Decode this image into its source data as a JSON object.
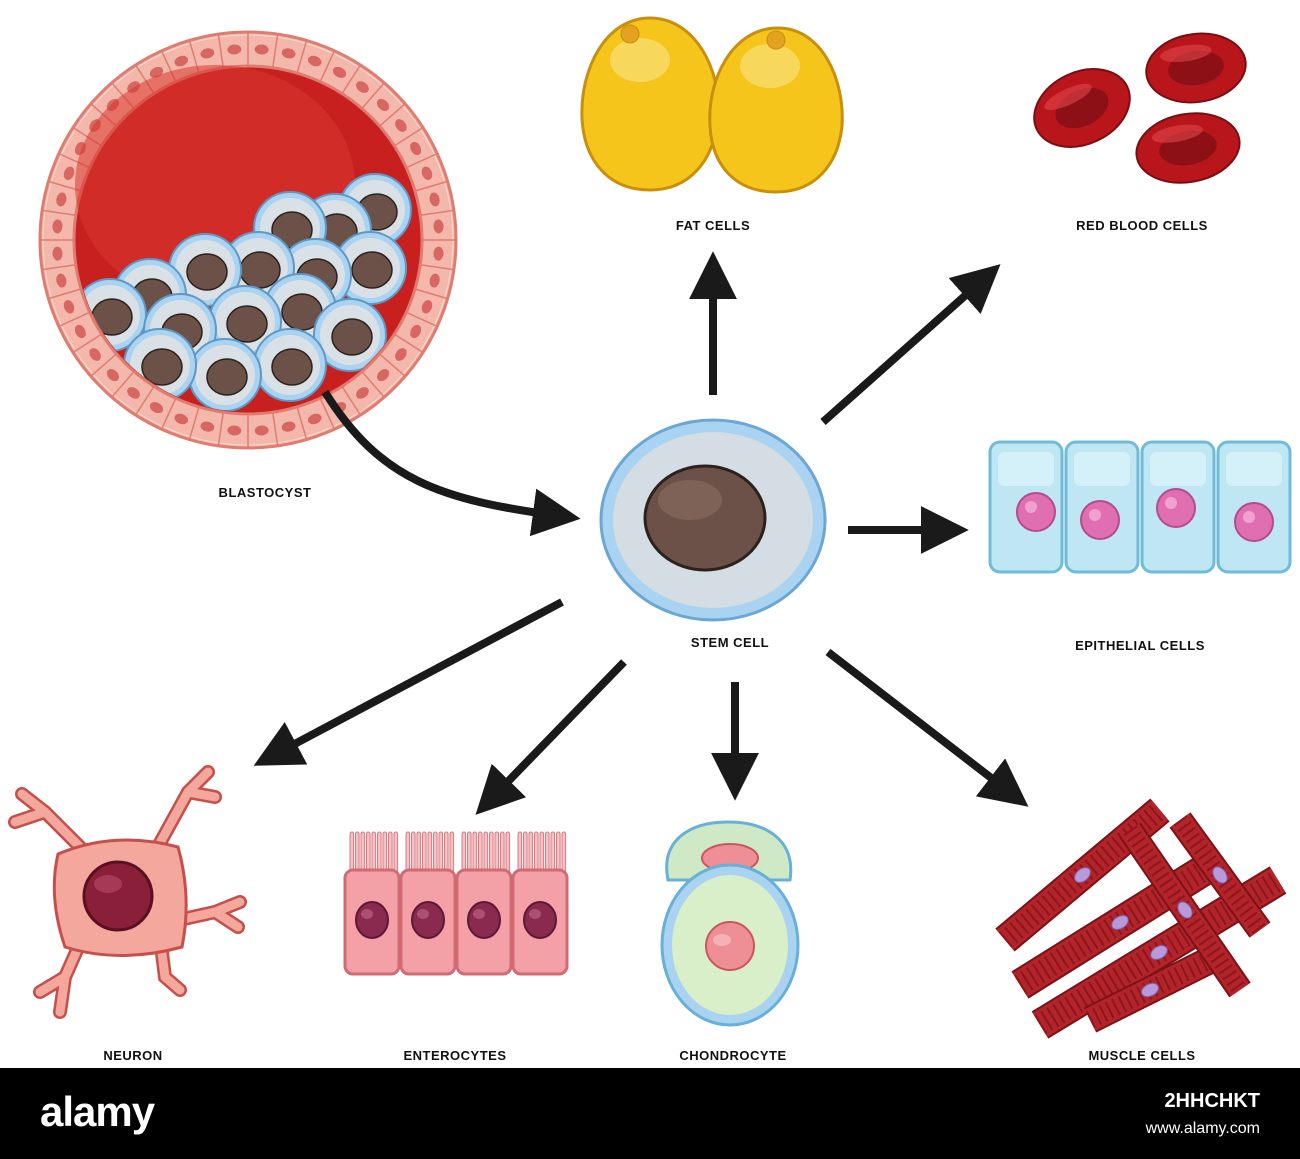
{
  "labels": {
    "blastocyst": "BLASTOCYST",
    "fat_cells": "FAT CELLS",
    "red_blood_cells": "RED BLOOD CELLS",
    "stem_cell": "STEM CELL",
    "epithelial_cells": "EPITHELIAL CELLS",
    "neuron": "NEURON",
    "enterocytes": "ENTEROCYTES",
    "chondrocyte": "CHONDROCYTE",
    "muscle_cells": "MUSCLE CELLS"
  },
  "footer": {
    "brand": "alamy",
    "image_id": "2HHCHKT",
    "site": "www.alamy.com"
  },
  "colors": {
    "arrow": "#1a1a1a",
    "footer_bg": "#000000",
    "blastocyst_wall": "#f3b5a8",
    "blastocyst_fluid": "#c8201e",
    "fat_cell": "#f4c41c",
    "red_blood_cell": "#b9161c",
    "stem_cell_outer": "#8cc3ea",
    "stem_nucleus": "#6b5148",
    "epithelial": "#bfe6f3",
    "epithelial_nucleus": "#e06fb2",
    "neuron": "#f4a79c",
    "enterocyte": "#f3a0a6",
    "chondrocyte": "#cfe9c6",
    "muscle": "#b3242a"
  }
}
